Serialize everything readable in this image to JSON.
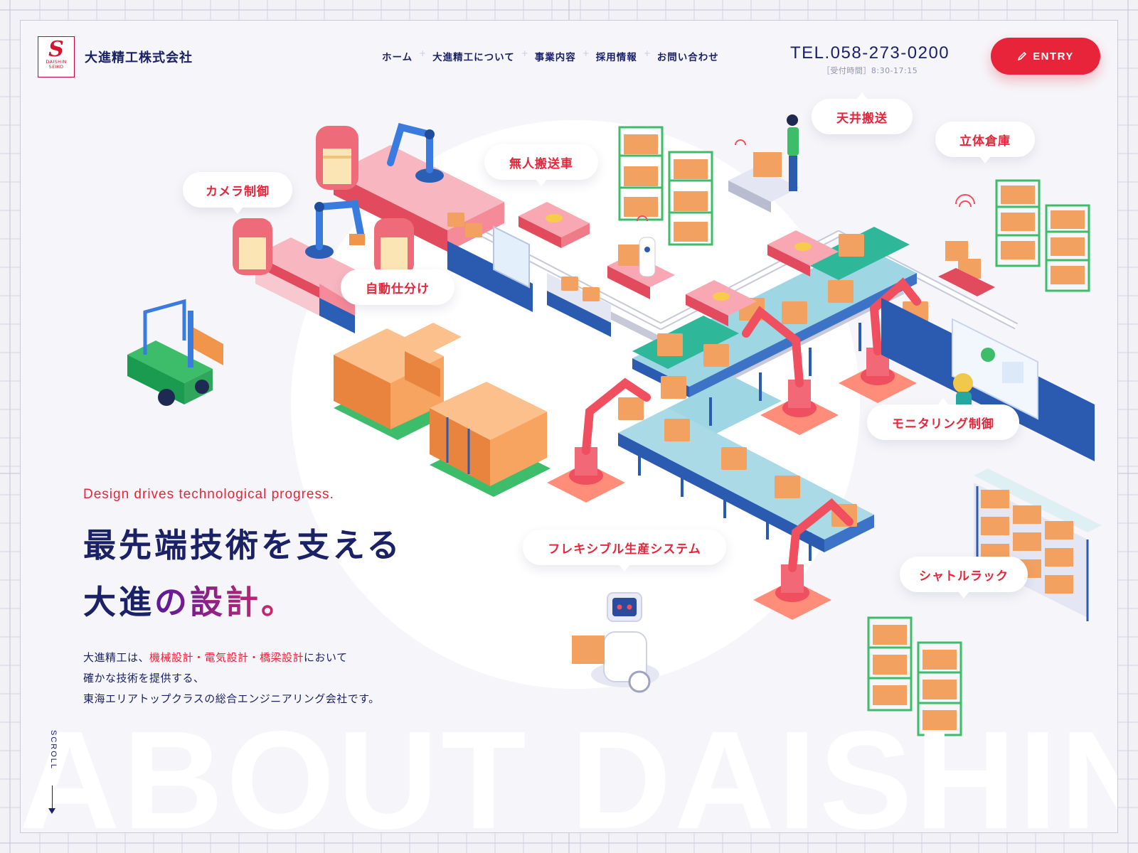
{
  "header": {
    "logo_mark": "S",
    "logo_small_1": "DAISHIN",
    "logo_small_2": "SEIKO",
    "company_name": "大進精工株式会社",
    "nav": [
      "ホーム",
      "大進精工について",
      "事業内容",
      "採用情報",
      "お問い合わせ"
    ],
    "tel": "TEL.058-273-0200",
    "hours": "［受付時間］8:30-17:15",
    "entry_label": "ENTRY"
  },
  "bubbles": {
    "camera": "カメラ制御",
    "agv": "無人搬送車",
    "ceiling": "天井搬送",
    "warehouse": "立体倉庫",
    "sorting": "自動仕分け",
    "monitoring": "モニタリング制御",
    "flexible": "フレキシブル生産システム",
    "shuttle": "シャトルラック"
  },
  "hero": {
    "tagline": "Design drives technological progress.",
    "line1": "最先端技術を支える",
    "line2_part1": "大進",
    "line2_part2": "の設計。",
    "desc_1a": "大進精工は、",
    "desc_1b": "機械設計・電気設計・橋梁設計",
    "desc_1c": "において",
    "desc_2": "確かな技術を提供する、",
    "desc_3": "東海エリアトップクラスの総合エンジニアリング会社です。"
  },
  "scroll_label": "SCROLL",
  "watermark": "ABOUT DAISHIN",
  "colors": {
    "accent": "#e8243a",
    "navy": "#1b2167",
    "gradient_start": "#5a1a9a",
    "gradient_end": "#e02a64",
    "conveyor": "#2e64b8",
    "shelf": "#3dbd6a",
    "box": "#f0954a",
    "robot": "#ef4f5e"
  }
}
